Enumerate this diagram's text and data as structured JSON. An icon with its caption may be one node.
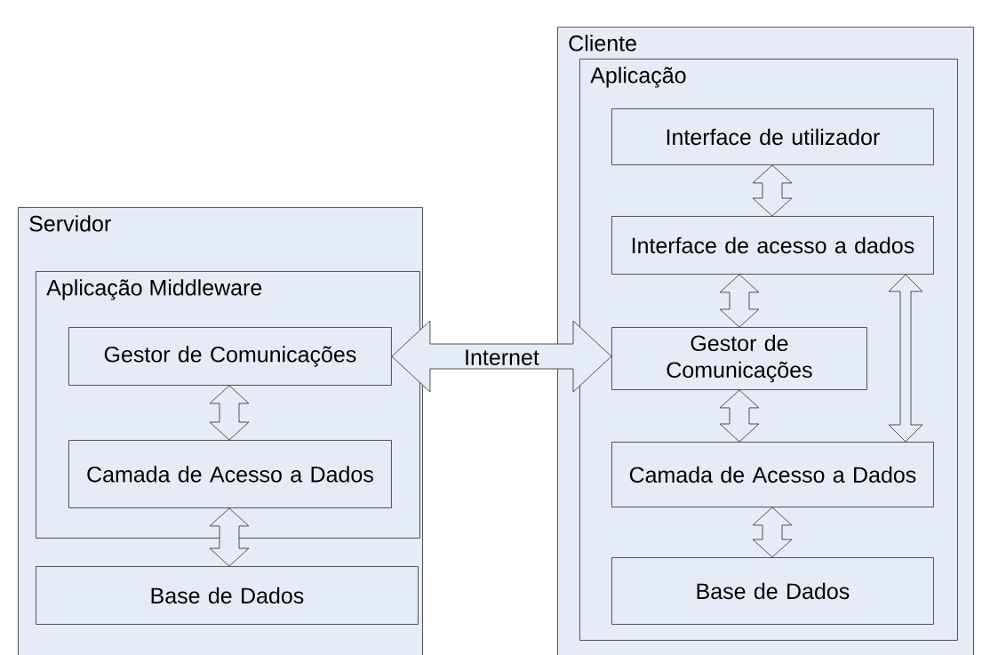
{
  "diagram": {
    "nodes": [
      {
        "text": [
          "Servidor"
        ]
      },
      {
        "text": [
          "Aplicação Middleware"
        ],
        "in": 0
      },
      {
        "text": [
          "Gestor de Comunicações"
        ],
        "in": 1
      },
      {
        "text": [
          "Camada de Acesso a Dados"
        ],
        "in": 1
      },
      {
        "text": [
          "Base de Dados"
        ],
        "in": 0
      },
      {
        "text": [
          "Cliente"
        ]
      },
      {
        "text": [
          "Aplicação"
        ],
        "in": 5
      },
      {
        "text": [
          "Interface de utilizador"
        ],
        "in": 6
      },
      {
        "text": [
          "Interface de acesso a dados"
        ],
        "in": 6
      },
      {
        "text": [
          "Gestor de Comunicações"
        ],
        "in": 6
      },
      {
        "text": [
          "Camada de Acesso a Dados"
        ],
        "in": 6
      },
      {
        "text": [
          "Base de Dados"
        ],
        "in": 6
      }
    ],
    "edges": [
      {
        "from": 2,
        "to": 3,
        "arrow": "both"
      },
      {
        "from": 3,
        "to": 4,
        "arrow": "both"
      },
      {
        "from": 2,
        "to": 9,
        "arrow": "both",
        "label": "Internet"
      },
      {
        "from": 7,
        "to": 8,
        "arrow": "both"
      },
      {
        "from": 8,
        "to": 9,
        "arrow": "both"
      },
      {
        "from": 9,
        "to": 10,
        "arrow": "both"
      },
      {
        "from": 8,
        "to": 10,
        "arrow": "both"
      },
      {
        "from": 10,
        "to": 11,
        "arrow": "both"
      }
    ]
  }
}
